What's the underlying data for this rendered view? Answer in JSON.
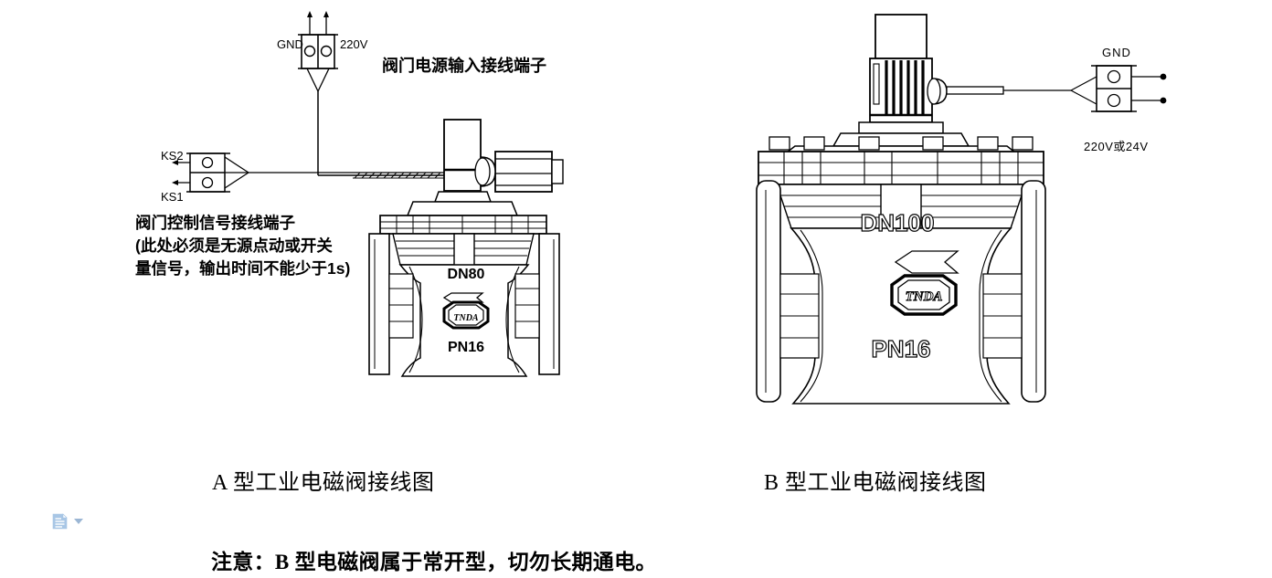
{
  "document": {
    "type": "wiring-diagram",
    "background_color": "#ffffff",
    "line_color": "#000000"
  },
  "diagram_a": {
    "id": "A",
    "caption": "A 型工业电磁阀接线图",
    "power_terminal": {
      "label": "阀门电源输入接线端子",
      "left_pin": "GND",
      "right_pin": "220V",
      "pin_count": 2
    },
    "control_terminal": {
      "upper_pin": "KS2",
      "lower_pin": "KS1",
      "note_lines": [
        "阀门控制信号接线端子",
        "(此处必须是无源点动或开关",
        "量信号，输出时间不能少于1s)"
      ]
    },
    "valve": {
      "size_marking": "DN80",
      "pressure_marking": "PN16",
      "brand_badge": "TNDA",
      "flow_arrow_direction": "left"
    }
  },
  "diagram_b": {
    "id": "B",
    "caption": "B 型工业电磁阀接线图",
    "power_terminal": {
      "top_label": "GND",
      "bottom_label": "220V或24V",
      "pin_count": 2
    },
    "valve": {
      "size_marking": "DN100",
      "pressure_marking": "PN16",
      "brand_badge": "TNDA",
      "flow_arrow_direction": "left"
    }
  },
  "note": {
    "text": "注意：B 型电磁阀属于常开型，切勿长期通电。"
  },
  "smart_tag": {
    "name": "paste-options",
    "icon_color": "#a8c6e5",
    "has_dropdown": true
  }
}
